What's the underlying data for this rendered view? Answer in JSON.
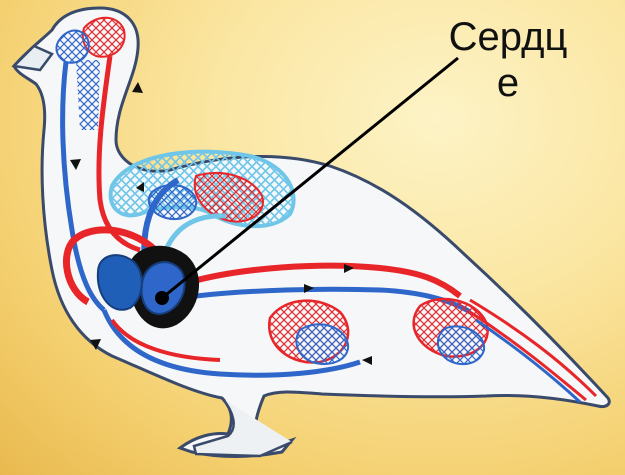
{
  "labels": {
    "heart_line1": "Сердц",
    "heart_line2": "е"
  },
  "colors": {
    "background": "#f4cf6e",
    "arterial": "#e8262a",
    "venous": "#2e67c9",
    "capillary_light": "#6fc6e8",
    "body_fill": "#f5f7f8",
    "heart": "#1f5fb8",
    "pointer": "#000000"
  },
  "icons": {
    "subject": "pigeon-circulatory-system"
  }
}
